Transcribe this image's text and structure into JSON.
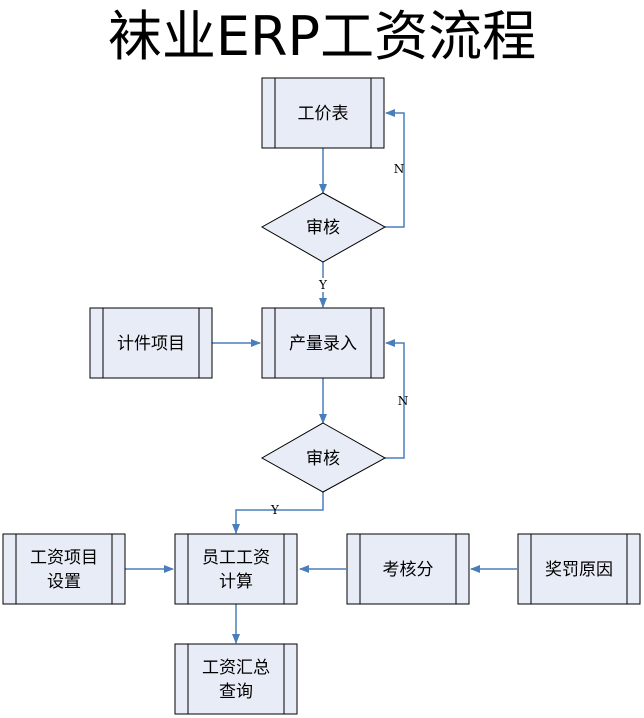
{
  "title": "袜业ERP工资流程",
  "nodes": {
    "price_list": "工价表",
    "audit1": "审核",
    "piece_items": "计件项目",
    "output_entry": "产量录入",
    "audit2": "审核",
    "salary_items_l1": "工资项目",
    "salary_items_l2": "设置",
    "salary_calc_l1": "员工工资",
    "salary_calc_l2": "计算",
    "assessment": "考核分",
    "reward_reason": "奖罚原因",
    "summary_l1": "工资汇总",
    "summary_l2": "查询"
  },
  "edge_labels": {
    "audit1_no": "N",
    "audit1_yes": "Y",
    "audit2_no": "N",
    "audit2_yes": "Y"
  },
  "colors": {
    "box_fill": "#e8ecf6",
    "box_stroke": "#000000",
    "arrow": "#4a7ebb"
  }
}
